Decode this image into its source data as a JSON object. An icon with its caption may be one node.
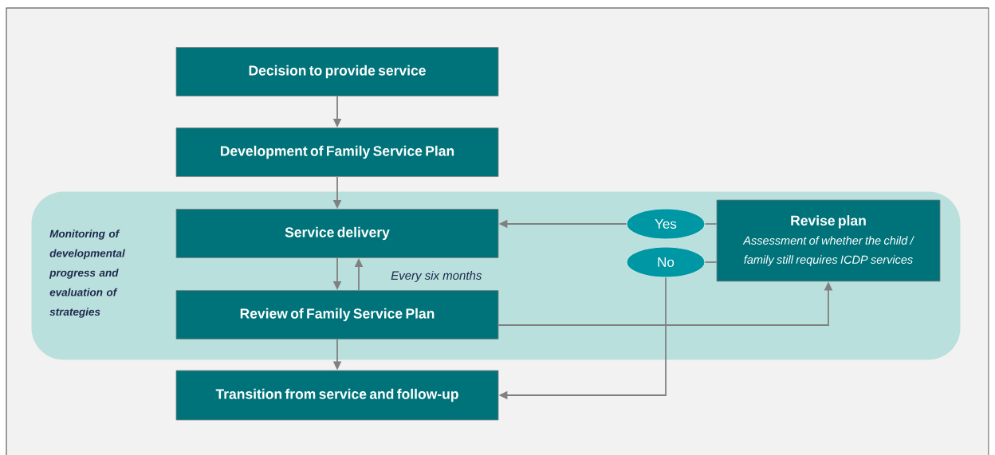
{
  "diagram": {
    "nodes": [
      {
        "text": [
          "Decision to provide service"
        ]
      },
      {
        "text": [
          "Development of Family Service Plan"
        ]
      },
      {
        "text": [
          "Monitoring of developmental progress and evaluation of strategies"
        ]
      },
      {
        "text": [
          "Service delivery"
        ],
        "in": 2
      },
      {
        "text": [
          "Review of Family Service Plan"
        ],
        "in": 2
      },
      {
        "text": [
          "Yes"
        ],
        "in": 2
      },
      {
        "text": [
          "No"
        ],
        "in": 2
      },
      {
        "text": [
          "Revise plan",
          "Assessment of whether the child / family still requires ICDP services"
        ],
        "in": 2
      },
      {
        "text": [
          "Transition from service and follow-up"
        ]
      }
    ],
    "edges": [
      {
        "from": 0,
        "to": 1,
        "arrow": "to"
      },
      {
        "from": 1,
        "to": 3,
        "arrow": "to"
      },
      {
        "from": 3,
        "to": 4,
        "arrow": "to"
      },
      {
        "from": 4,
        "to": 3,
        "arrow": "to",
        "label": "Every six months"
      },
      {
        "from": 4,
        "to": 7,
        "arrow": "to"
      },
      {
        "from": 7,
        "to": 5,
        "arrow": "none"
      },
      {
        "from": 5,
        "to": 3,
        "arrow": "to"
      },
      {
        "from": 7,
        "to": 6,
        "arrow": "none"
      },
      {
        "from": 6,
        "to": 8,
        "arrow": "to"
      },
      {
        "from": 4,
        "to": 8,
        "arrow": "to"
      }
    ]
  }
}
